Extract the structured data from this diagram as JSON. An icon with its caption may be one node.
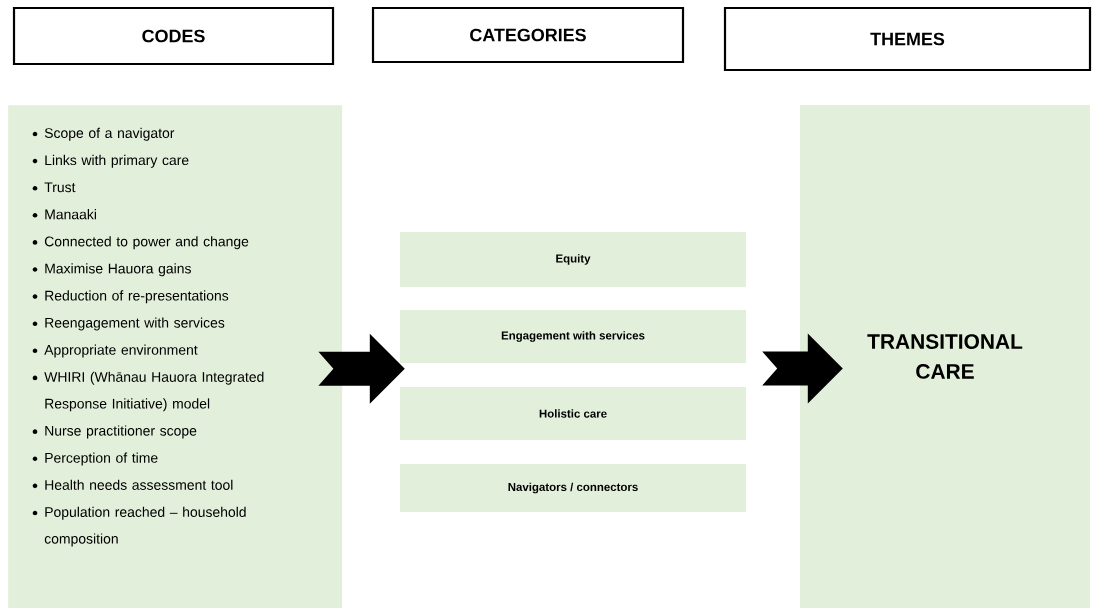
{
  "diagram": {
    "nodes": [
      {
        "text": [
          "CODES"
        ]
      },
      {
        "text": [
          "CATEGORIES"
        ]
      },
      {
        "text": [
          "THEMES"
        ]
      },
      {
        "text": [
          "Scope of a navigator",
          "Links with primary care",
          "Trust",
          "Manaaki",
          "Connected to power and change",
          "Maximise Hauora gains",
          "Reduction of re-presentations",
          "Reengagement with services",
          "Appropriate environment",
          "WHIRI (Whānau Hauora Integrated Response Initiative) model",
          "Nurse practitioner scope",
          "Perception of time",
          "Health needs assessment tool",
          "Population reached – household composition"
        ]
      },
      {
        "text": [
          "Equity"
        ]
      },
      {
        "text": [
          "Engagement with services"
        ]
      },
      {
        "text": [
          "Holistic care"
        ]
      },
      {
        "text": [
          "Navigators / connectors"
        ]
      },
      {
        "text": [
          "TRANSITIONAL CARE"
        ]
      }
    ],
    "edges": [
      {
        "from": 3,
        "to": 5,
        "arrow": "to"
      },
      {
        "from": 5,
        "to": 8,
        "arrow": "to"
      }
    ]
  }
}
